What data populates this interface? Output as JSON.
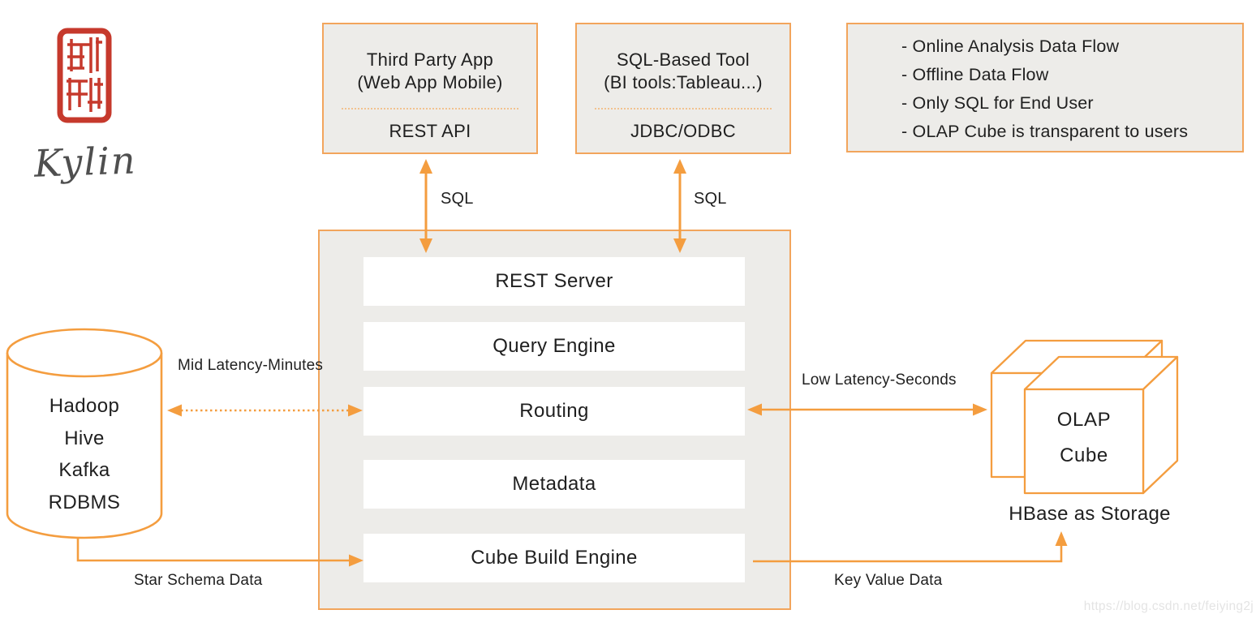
{
  "logo": {
    "seal_characters": "麒麟",
    "wordmark": "Kylin"
  },
  "top_boxes": [
    {
      "title": "Third Party App",
      "subtitle": "(Web App Mobile)",
      "interface": "REST API"
    },
    {
      "title": "SQL-Based Tool",
      "subtitle": "(BI tools:Tableau...)",
      "interface": "JDBC/ODBC"
    }
  ],
  "notes_box": {
    "items": [
      "- Online Analysis Data Flow",
      "- Offline Data Flow",
      "- Only SQL for End User",
      "- OLAP Cube is transparent to users"
    ]
  },
  "kylin_server": {
    "layers": [
      "REST Server",
      "Query Engine",
      "Routing",
      "Metadata",
      "Cube Build Engine"
    ]
  },
  "data_sources": {
    "lines": [
      "Hadoop",
      "Hive",
      "Kafka",
      "RDBMS"
    ]
  },
  "storage": {
    "cube_line1": "OLAP",
    "cube_line2": "Cube",
    "caption": "HBase as Storage"
  },
  "edge_labels": {
    "sql_left": "SQL",
    "sql_right": "SQL",
    "mid_latency": "Mid Latency-Minutes",
    "low_latency": "Low Latency-Seconds",
    "star_schema": "Star Schema Data",
    "key_value": "Key Value Data"
  },
  "watermark": "https://blog.csdn.net/feiying2j",
  "colors": {
    "orange_line": "#f49d3f",
    "orange_border": "#f2a55c",
    "box_fill": "#edece9",
    "text": "#1f1f1f",
    "seal_red": "#c6392c",
    "wordmark_gray": "#4f4f4f",
    "watermark_gray": "#e4e4e4"
  }
}
